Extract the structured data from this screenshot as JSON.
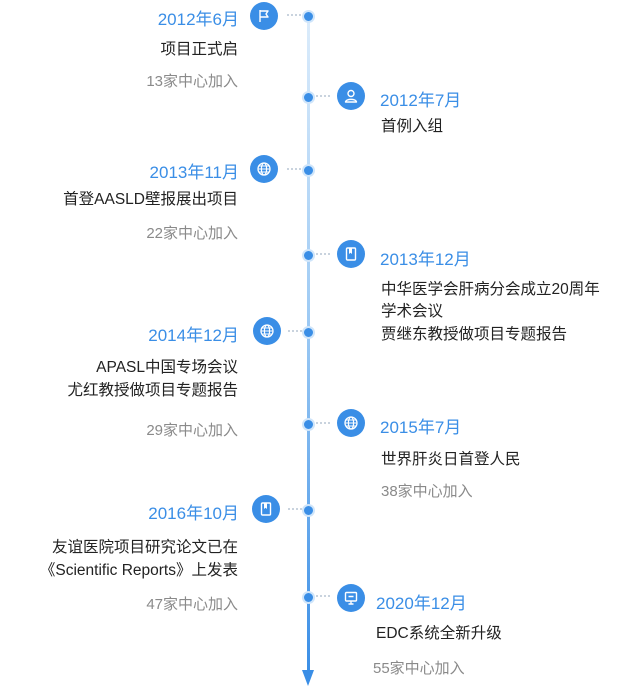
{
  "timeline": {
    "events": [
      {
        "side": "left",
        "date": "2012年6月",
        "icon": "flag-icon",
        "lines": [
          "项目正式启"
        ],
        "count": "13家中心加入"
      },
      {
        "side": "right",
        "date": "2012年7月",
        "icon": "person-icon",
        "lines": [
          "首例入组"
        ],
        "count": ""
      },
      {
        "side": "left",
        "date": "2013年11月",
        "icon": "globe-icon",
        "lines": [
          "首登AASLD壁报展出项目"
        ],
        "count": "22家中心加入"
      },
      {
        "side": "right",
        "date": "2013年12月",
        "icon": "book-icon",
        "lines": [
          "中华医学会肝病分会成立20周年",
          "学术会议",
          "贾继东教授做项目专题报告"
        ],
        "count": ""
      },
      {
        "side": "left",
        "date": "2014年12月",
        "icon": "globe-icon",
        "lines": [
          "APASL中国专场会议",
          "尤红教授做项目专题报告"
        ],
        "count": "29家中心加入"
      },
      {
        "side": "right",
        "date": "2015年7月",
        "icon": "globe-icon",
        "lines": [
          "世界肝炎日首登人民"
        ],
        "count": "38家中心加入"
      },
      {
        "side": "left",
        "date": "2016年10月",
        "icon": "book-icon",
        "lines": [
          "友谊医院项目研究论文已在",
          "《Scientific Reports》上发表"
        ],
        "count": "47家中心加入"
      },
      {
        "side": "right",
        "date": "2020年12月",
        "icon": "monitor-icon",
        "lines": [
          "EDC系统全新升级"
        ],
        "count": "55家中心加入"
      }
    ]
  },
  "colors": {
    "accent": "#3a8ee6",
    "text": "#222222",
    "muted": "#8a8a8a"
  }
}
